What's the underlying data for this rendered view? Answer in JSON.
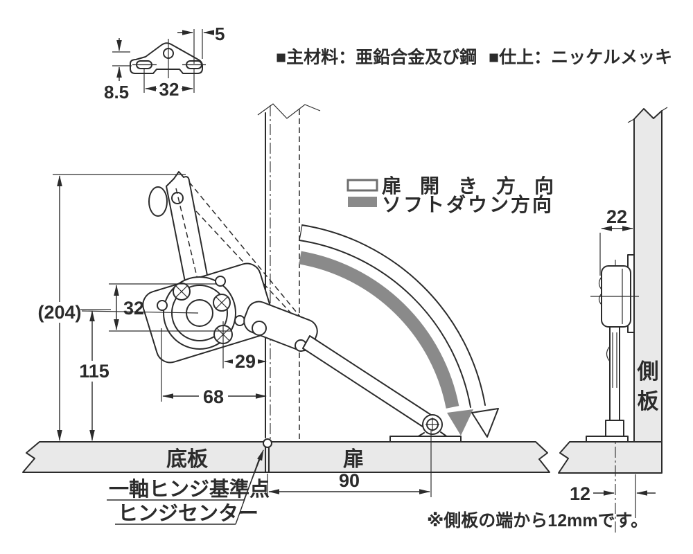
{
  "spec_header": {
    "material": "■主材料：亜鉛合金及び鋼",
    "finish": "■仕上：ニッケルメッキ"
  },
  "legend": {
    "items": [
      {
        "label": "扉開き方向",
        "swatch": "white-outline",
        "color": "#ffffff"
      },
      {
        "label": "ソフトダウン方向",
        "swatch": "gray-filled",
        "color": "#8a8a8a"
      }
    ]
  },
  "part_view": {
    "dims": {
      "slot_to_edge": "5",
      "vertical_offset": "8.5",
      "slot_pitch": "32"
    }
  },
  "main_view": {
    "dims": {
      "open_height": "(204)",
      "mount_hole_pitch": "32",
      "hinge_height": "115",
      "arm_offset": "29",
      "base_length": "68",
      "door_length": "90"
    },
    "labels": {
      "bottom_plate": "底板",
      "door": "扉"
    },
    "callouts": {
      "hinge_datum": "一軸ヒンジ基準点",
      "hinge_center": "ヒンジセンター"
    }
  },
  "side_view": {
    "dims": {
      "protrusion": "22",
      "edge_offset": "12"
    },
    "panel_label_char_top": "側",
    "panel_label_char_bottom": "板",
    "note": "※側板の端から12mmです。"
  },
  "colors": {
    "line": "#2b2b2b",
    "panel_fill": "#e9e9e9",
    "softdown_gray": "#8a8a8a"
  }
}
